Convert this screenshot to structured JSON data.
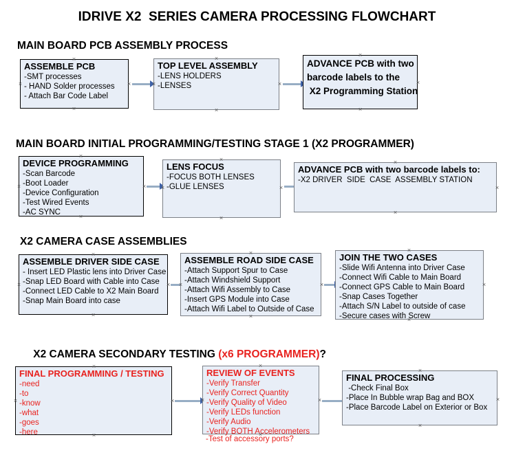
{
  "document": {
    "title": "IDRIVE X2  SERIES CAMERA PROCESSING FLOWCHART"
  },
  "sections": [
    {
      "id": "main-board-pcb-assembly-process",
      "heading": "MAIN BOARD PCB ASSEMBLY PROCESS",
      "heading_accent": "",
      "heading_tail": "",
      "boxes": [
        {
          "id": "assemble-pcb",
          "header": "ASSEMBLE PCB",
          "lines": [
            "-SMT processes",
            "- HAND Solder processes",
            "- Attach Bar Code Label"
          ]
        },
        {
          "id": "top-level-assembly",
          "header": "TOP LEVEL ASSEMBLY",
          "lines": [
            "-LENS HOLDERS",
            "-LENSES"
          ]
        },
        {
          "id": "advance-pcb-to-programming-station",
          "header": "ADVANCE PCB with two",
          "lines": [
            "barcode labels to the",
            " X2 Programming Station"
          ]
        }
      ]
    },
    {
      "id": "main-board-initial-programming",
      "heading": "MAIN BOARD INITIAL PROGRAMMING/TESTING STAGE 1 (X2 PROGRAMMER)",
      "heading_accent": "",
      "heading_tail": "",
      "boxes": [
        {
          "id": "device-programming",
          "header": "DEVICE PROGRAMMING",
          "lines": [
            "-Scan Barcode",
            "-Boot Loader",
            "-Device Configuration",
            "-Test Wired Events",
            "-AC SYNC"
          ]
        },
        {
          "id": "lens-focus",
          "header": "LENS FOCUS",
          "lines": [
            "-FOCUS BOTH LENSES",
            "-GLUE LENSES"
          ]
        },
        {
          "id": "advance-pcb-to-driver-side-case",
          "header": "ADVANCE PCB with two barcode labels to:",
          "lines": [
            "-X2 DRIVER  SIDE  CASE  ASSEMBLY STATION"
          ]
        }
      ]
    },
    {
      "id": "x2-camera-case-assemblies",
      "heading": "X2 CAMERA CASE ASSEMBLIES",
      "heading_accent": "",
      "heading_tail": "",
      "boxes": [
        {
          "id": "assemble-driver-side-case",
          "header": "ASSEMBLE DRIVER SIDE CASE",
          "lines": [
            "- Insert LED Plastic lens into Driver Case",
            "-Snap LED Board with Cable into Case",
            "-Connect LED Cable to X2 Main Board",
            "-Snap Main Board into case"
          ]
        },
        {
          "id": "assemble-road-side-case",
          "header": "ASSEMBLE ROAD SIDE CASE",
          "lines": [
            "-Attach Support Spur to Case",
            "-Attach Windshield Support",
            "-Attach Wifi Assembly to Case",
            "-Insert GPS Module into Case",
            "-Attach Wifi Label to Outside of Case"
          ]
        },
        {
          "id": "join-the-two-cases",
          "header": "JOIN THE TWO CASES",
          "lines": [
            "-Slide Wifi Antenna into Driver Case",
            "-Connect Wifi Cable to Main Board",
            "-Connect GPS Cable to Main Board",
            "-Snap Cases Together",
            "-Attach S/N Label to outside of case",
            "-Secure cases with Screw"
          ]
        }
      ]
    },
    {
      "id": "x2-camera-secondary-testing",
      "heading": "X2 CAMERA SECONDARY TESTING ",
      "heading_accent": "(x6 PROGRAMMER)",
      "heading_tail": "?",
      "boxes": [
        {
          "id": "final-programming-testing",
          "header": "FINAL PROGRAMMING / TESTING",
          "lines": [
            "-need",
            "-to",
            "-know",
            "-what",
            "-goes",
            "-here"
          ]
        },
        {
          "id": "review-of-events",
          "header": "REVIEW OF EVENTS",
          "lines": [
            "-Verify Transfer",
            "-Verify Correct Quantity",
            "-Verify Quality of Video",
            "-Verify LEDs function",
            "-Verify Audio",
            "-Verify BOTH Accelerometers"
          ],
          "overflow_line": "-Test of accessory ports?"
        },
        {
          "id": "final-processing",
          "header": "FINAL PROCESSING",
          "lines": [
            " -Check Final Box",
            "-Place In Bubble wrap Bag and BOX",
            "-Place Barcode Label on Exterior or Box"
          ]
        }
      ]
    }
  ],
  "colors": {
    "box_fill": "#e8eef7",
    "box_border": "#000000",
    "box_border_grey": "#7b7f86",
    "accent_red": "#e8221f",
    "connector_line": "#97adc4",
    "arrowhead": "#3f63a8",
    "text": "#000000"
  }
}
